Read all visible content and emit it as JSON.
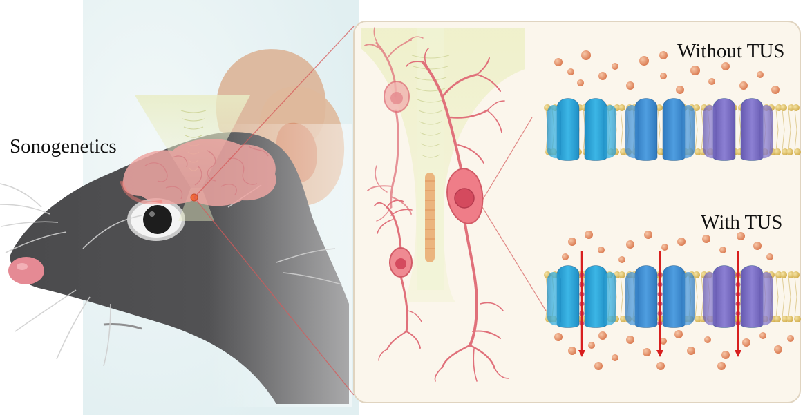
{
  "labels": {
    "title": "Sonogenetics",
    "without": "Without TUS",
    "with": "With TUS"
  },
  "colors": {
    "background": "#ffffff",
    "left_backdrop": "#e6f1f3",
    "panel_fill": "#fbf6ec",
    "panel_border": "#e0d4c0",
    "mouse_skin": "#4e4e50",
    "mouse_ear_outer": "#ddb89c",
    "mouse_ear_inner": "#dc9c80",
    "brain_tissue": "#eea6a2",
    "neuron": "#e0707a",
    "neuron_nucleus": "#d44a5e",
    "ultrasound_beam": "#e9edc6",
    "focal_stripe": "#e8a060",
    "membrane_lipid": "#e4c468",
    "channel_cyan": "#2aa3d7",
    "channel_blue": "#3a8ad0",
    "channel_purple": "#7a6dc3",
    "ion_particle": "#e8956a",
    "ion_flow_arrow": "#d81f1f"
  },
  "icons": [
    "mouse-head-icon",
    "neuron-icon",
    "ion-channel-icon",
    "ion-flow-arrow-icon"
  ]
}
